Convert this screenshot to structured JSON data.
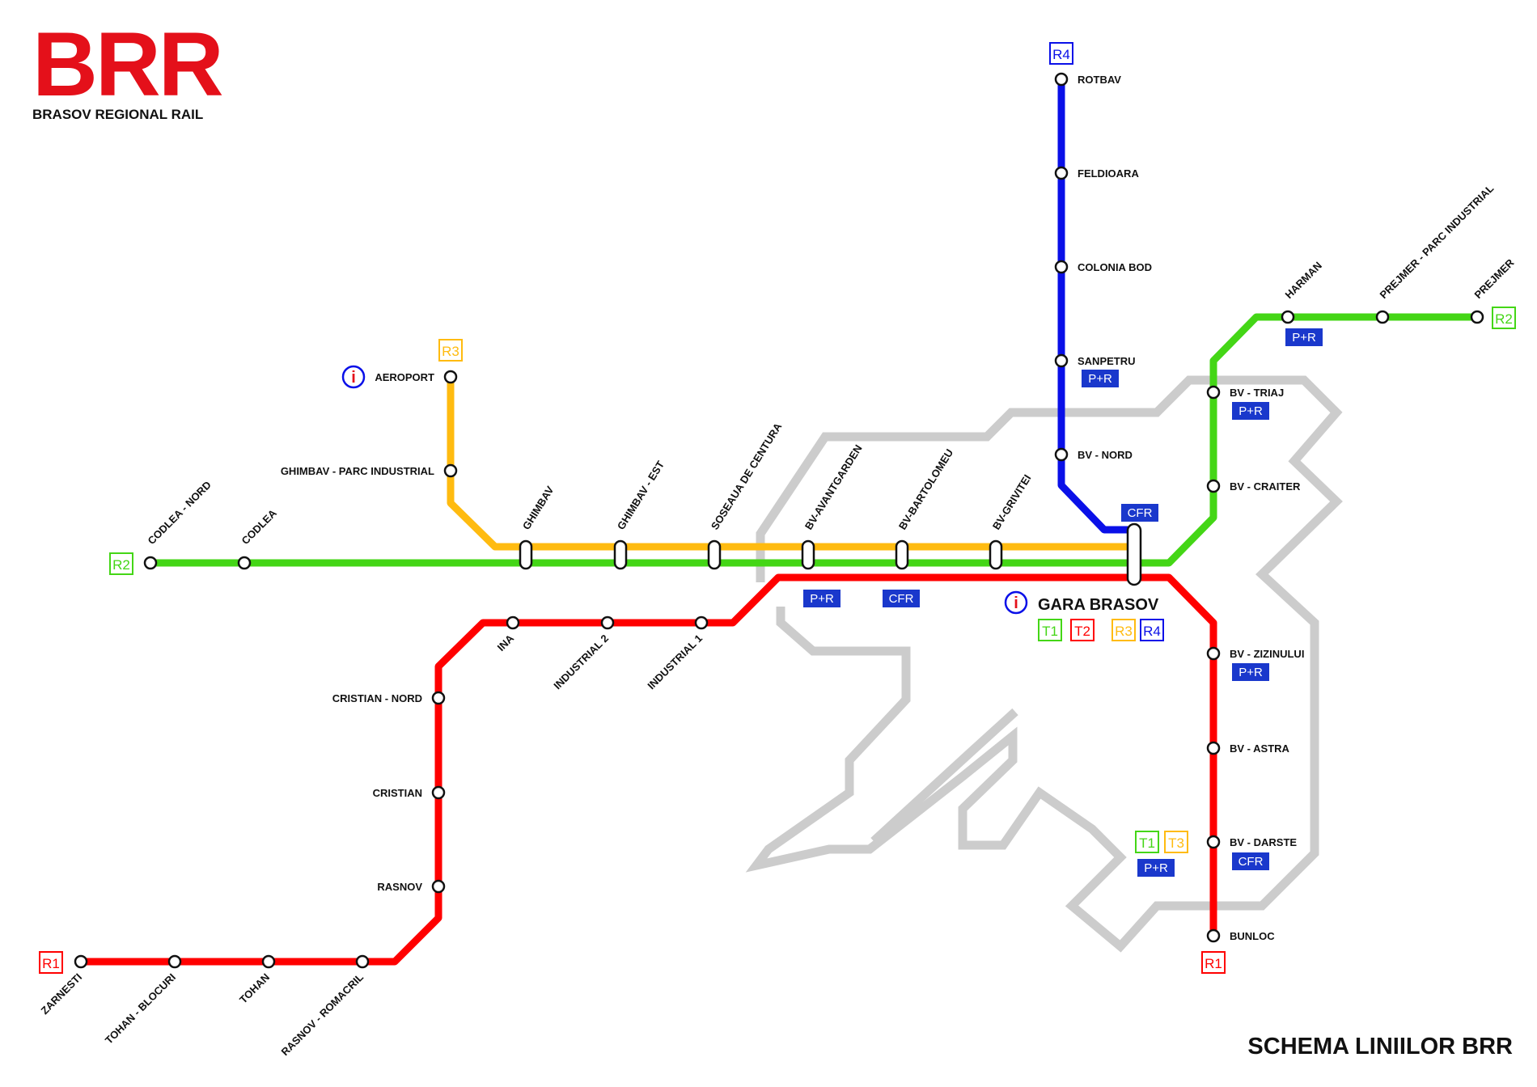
{
  "brand": {
    "logo": "BRR",
    "subtitle": "BRASOV REGIONAL RAIL"
  },
  "footer": {
    "title": "SCHEMA LINIILOR BRR"
  },
  "colors": {
    "R1": "#ff0000",
    "R2": "#44d616",
    "R3": "#ffbb10",
    "R4": "#0a10e8",
    "city": "#cccccc",
    "badge": "#1a38cc",
    "info": "#0a10e8"
  },
  "lines": [
    {
      "id": "R1",
      "label": "R1",
      "color_key": "R1"
    },
    {
      "id": "R2",
      "label": "R2",
      "color_key": "R2"
    },
    {
      "id": "R3",
      "label": "R3",
      "color_key": "R3"
    },
    {
      "id": "R4",
      "label": "R4",
      "color_key": "R4"
    }
  ],
  "stations": {
    "r1": [
      "ZARNESTI",
      "TOHAN - BLOCURI",
      "TOHAN",
      "RASNOV - ROMACRIL",
      "RASNOV",
      "CRISTIAN",
      "CRISTIAN - NORD",
      "INA",
      "INDUSTRIAL 2",
      "INDUSTRIAL 1",
      "BV - ZIZINULUI",
      "BV - ASTRA",
      "BV - DARSTE",
      "BUNLOC"
    ],
    "r2": [
      "CODLEA - NORD",
      "CODLEA",
      "BV - CRAITER",
      "BV - TRIAJ",
      "HARMAN",
      "PREJMER - PARC INDUSTRIAL",
      "PREJMER"
    ],
    "r3": [
      "AEROPORT",
      "GHIMBAV - PARC INDUSTRIAL"
    ],
    "r4": [
      "ROTBAV",
      "FELDIOARA",
      "COLONIA BOD",
      "SANPETRU",
      "BV - NORD"
    ],
    "shared": [
      "GHIMBAV",
      "GHIMBAV - EST",
      "SOSEAUA DE CENTURA",
      "BV-AVANTGARDEN",
      "BV-BARTOLOMEU",
      "BV-GRIVITEI"
    ],
    "main": "GARA BRASOV"
  },
  "badges": {
    "park_ride": "P+R",
    "cfr": "CFR"
  },
  "transfers": {
    "gara": [
      "T1",
      "T2",
      "R3",
      "R4"
    ],
    "darste": [
      "T1",
      "T3"
    ]
  },
  "icons": {
    "info": "info-icon",
    "info_glyph": "i"
  }
}
